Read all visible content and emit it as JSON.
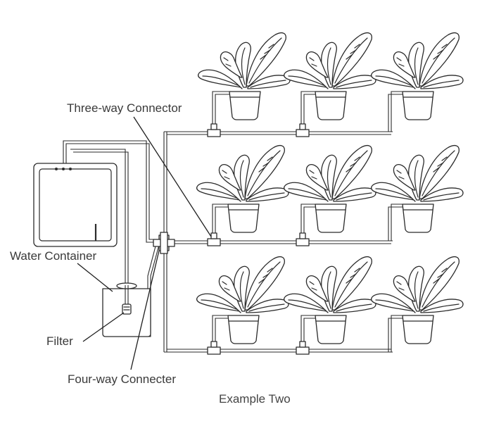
{
  "labels": {
    "three_way": "Three-way Connector",
    "water_container": "Water Container",
    "filter": "Filter",
    "four_way": "Four-way Connecter",
    "caption": "Example Two"
  },
  "plant_grid": {
    "rows": 3,
    "columns": 3
  },
  "colors": {
    "line": "#2b2b2b",
    "text": "#3a3a3a",
    "background": "#ffffff"
  }
}
